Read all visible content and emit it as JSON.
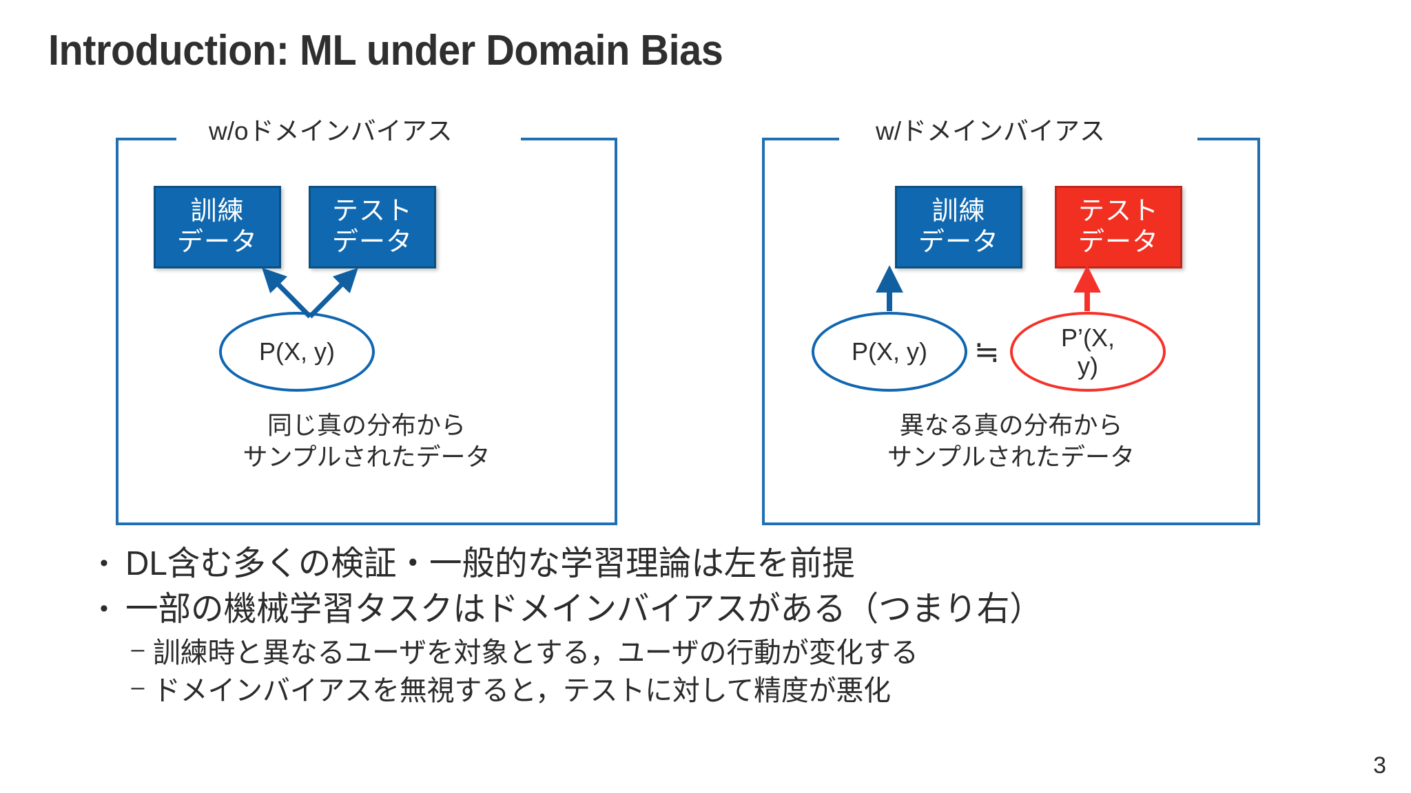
{
  "slide": {
    "title": "Introduction: ML under Domain Bias",
    "page_number": "3",
    "accent_blue": "#1066B0",
    "accent_red": "#F5322A",
    "box_blue_fill": "#1068B0",
    "box_red_fill": "#F23022",
    "text_color": "#2b2b2b"
  },
  "panels": [
    {
      "id": "without-domain-bias",
      "label": "w/oドメインバイアス",
      "train_box": {
        "line1": "訓練",
        "line2": "データ",
        "color": "blue"
      },
      "test_box": {
        "line1": "テスト",
        "line2": "データ",
        "color": "blue"
      },
      "distributions": [
        {
          "label": "P(X, y)",
          "color": "blue"
        }
      ],
      "approx_sign": "",
      "caption_line1": "同じ真の分布から",
      "caption_line2": "サンプルされたデータ"
    },
    {
      "id": "with-domain-bias",
      "label": "w/ドメインバイアス",
      "train_box": {
        "line1": "訓練",
        "line2": "データ",
        "color": "blue"
      },
      "test_box": {
        "line1": "テスト",
        "line2": "データ",
        "color": "red"
      },
      "distributions": [
        {
          "label": "P(X, y)",
          "color": "blue"
        },
        {
          "label_line1": "P’(X,",
          "label_line2": "y)",
          "color": "red"
        }
      ],
      "approx_sign": "≒",
      "caption_line1": "異なる真の分布から",
      "caption_line2": "サンプルされたデータ"
    }
  ],
  "bullets": [
    {
      "marker": "•",
      "text": "DL含む多くの検証・一般的な学習理論は左を前提",
      "level": 1
    },
    {
      "marker": "•",
      "text": "一部の機械学習タスクはドメインバイアスがある（つまり右）",
      "level": 1
    },
    {
      "marker": "–",
      "text": "訓練時と異なるユーザを対象とする，ユーザの行動が変化する",
      "level": 2
    },
    {
      "marker": "–",
      "text": "ドメインバイアスを無視すると，テストに対して精度が悪化",
      "level": 2
    }
  ]
}
